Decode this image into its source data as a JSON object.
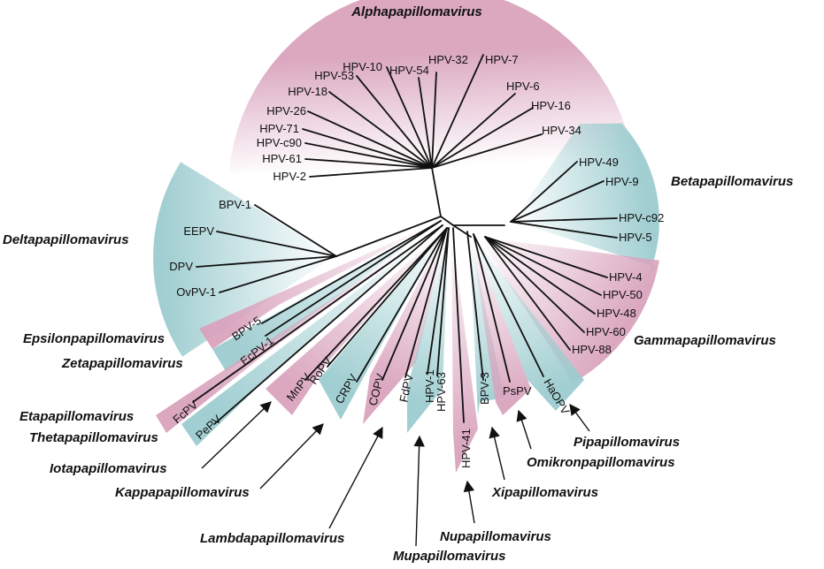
{
  "figure": {
    "type": "unrooted phylogenetic tree",
    "colors": {
      "pink": "#d9a3bd",
      "teal": "#9ccccf",
      "line": "#111111"
    }
  },
  "genera": [
    {
      "id": "alpha",
      "name": "Alphapapillomavirus",
      "color": "pink",
      "members": [
        "HPV-2",
        "HPV-61",
        "HPV-c90",
        "HPV-71",
        "HPV-26",
        "HPV-18",
        "HPV-53",
        "HPV-10",
        "HPV-54",
        "HPV-32",
        "HPV-7",
        "HPV-6",
        "HPV-16",
        "HPV-34"
      ]
    },
    {
      "id": "beta",
      "name": "Betapapillomavirus",
      "color": "teal",
      "members": [
        "HPV-49",
        "HPV-9",
        "HPV-c92",
        "HPV-5"
      ]
    },
    {
      "id": "gamma",
      "name": "Gammapapillomavirus",
      "color": "pink",
      "members": [
        "HPV-4",
        "HPV-50",
        "HPV-48",
        "HPV-60",
        "HPV-88"
      ]
    },
    {
      "id": "delta",
      "name": "Deltapapillomavirus",
      "color": "teal",
      "members": [
        "BPV-1",
        "EEPV",
        "DPV",
        "OvPV-1"
      ]
    },
    {
      "id": "epsilon",
      "name": "Epsilonpapillomavirus",
      "color": "pink",
      "members": [
        "BPV-5"
      ]
    },
    {
      "id": "zeta",
      "name": "Zetapapillomavirus",
      "color": "teal",
      "members": [
        "EcPV-1"
      ]
    },
    {
      "id": "eta",
      "name": "Etapapillomavirus",
      "color": "pink",
      "members": [
        "FcPV"
      ]
    },
    {
      "id": "theta",
      "name": "Thetapapillomavirus",
      "color": "teal",
      "members": [
        "PePV"
      ]
    },
    {
      "id": "iota",
      "name": "Iotapapillomavirus",
      "color": "pink",
      "members": [
        "MnPV"
      ]
    },
    {
      "id": "kappa",
      "name": "Kappapapillomavirus",
      "color": "teal",
      "members": [
        "RoPV",
        "CRPV"
      ]
    },
    {
      "id": "lambda",
      "name": "Lambdapapillomavirus",
      "color": "pink",
      "members": [
        "COPV",
        "FdPV"
      ]
    },
    {
      "id": "mu",
      "name": "Mupapillomavirus",
      "color": "teal",
      "members": [
        "HPV-1",
        "HPV-63"
      ]
    },
    {
      "id": "nu",
      "name": "Nupapillomavirus",
      "color": "pink",
      "members": [
        "HPV-41"
      ]
    },
    {
      "id": "xi",
      "name": "Xipapillomavirus",
      "color": "teal",
      "members": [
        "BPV-3"
      ]
    },
    {
      "id": "omikron",
      "name": "Omikronpapillomavirus",
      "color": "pink",
      "members": [
        "PsPV"
      ]
    },
    {
      "id": "pi",
      "name": "Pipapillomavirus",
      "color": "teal",
      "members": [
        "HaOPV"
      ]
    }
  ]
}
